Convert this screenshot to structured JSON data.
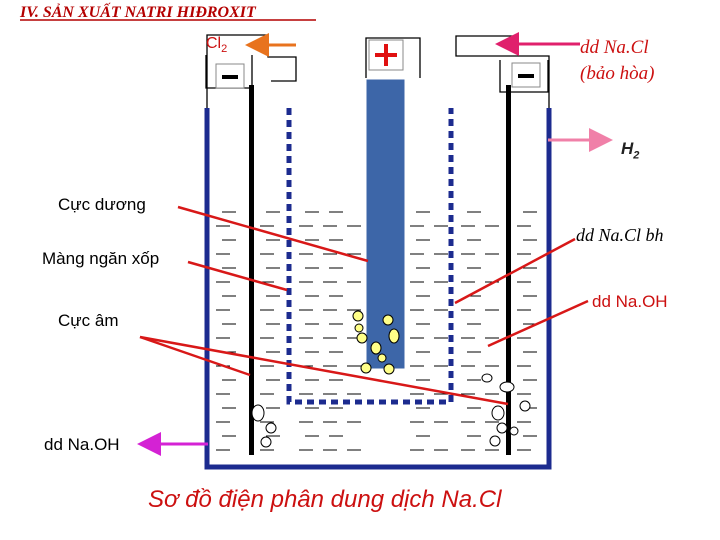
{
  "title": "IV. SẢN XUẤT NATRI HIĐROXIT",
  "caption": "Sơ đồ điện phân dung dịch Na.Cl",
  "terminals": {
    "anode_sign": "+",
    "cathode_left_sign": "-",
    "cathode_right_sign": "-"
  },
  "labels": {
    "cl2": "Cl",
    "cl2_sub": "2",
    "h2": "H",
    "h2_sub": "2",
    "nacl_in_line1": "dd Na.Cl",
    "nacl_in_line2": "(bảo hòa)",
    "anode": "Cực dương",
    "membrane": "Màng ngăn xốp",
    "cathode": "Cực âm",
    "nacl_bh": "dd Na.Cl bh",
    "naoh_right": "dd Na.OH",
    "naoh_out": "dd Na.OH"
  },
  "colors": {
    "title": "#b40000",
    "orange_arrow": "#e8731e",
    "magenta_arrow": "#e0206c",
    "pink_arrow": "#f080a8",
    "violet_arrow": "#d422d4",
    "tank": "#1c2b8f",
    "anode_fill": "#3d66a8",
    "anode_plus": "#e01010",
    "pointer": "#d81818",
    "red_text": "#cc1010",
    "bubble_yellow": "#ffff88",
    "bubble_white": "#ffffff"
  }
}
